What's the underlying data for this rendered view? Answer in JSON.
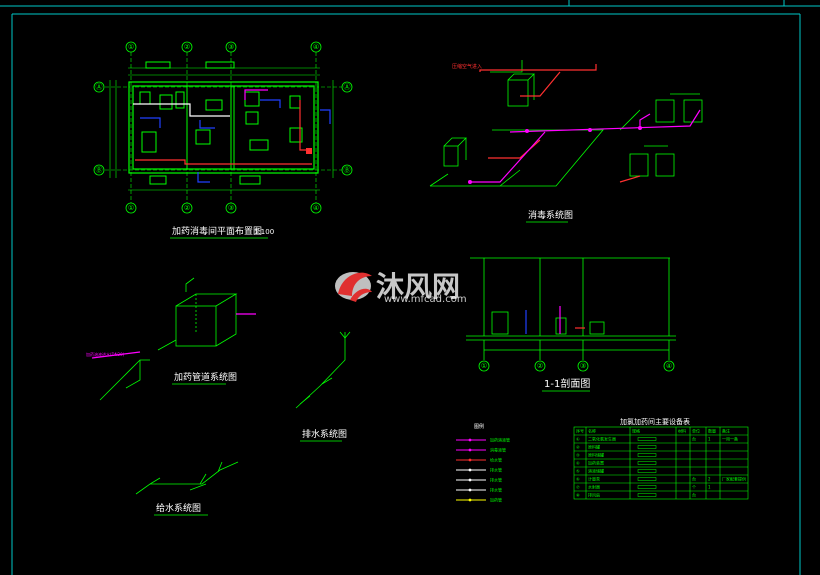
{
  "drawing": {
    "background": "#000000",
    "frame_color": "#00c8c8",
    "line_color": "#00ff00",
    "pipe_magenta": "#ff00ff",
    "pipe_red": "#ff3030",
    "pipe_white": "#ffffff",
    "pipe_blue": "#2040ff"
  },
  "titles": {
    "plan": "加药消毒间平面布置图",
    "plan_scale": "1:100",
    "disinfection": "消毒系统图",
    "dosing": "加药管道系统图",
    "drainage": "排水系统图",
    "water_supply": "给水系统图",
    "section": "1-1剖面图",
    "equipment_table": "加氯加药间主要设备表",
    "legend": "图例",
    "dosing_inlet": "加药溶液进水(DN20)",
    "disinfection_inlet": "压缩空气进入"
  },
  "plan_axes": {
    "top": [
      "①",
      "②",
      "③",
      "④"
    ],
    "bottom": [
      "①",
      "②",
      "③",
      "④"
    ],
    "left": [
      "Ⓐ",
      "Ⓑ"
    ],
    "right": [
      "Ⓐ",
      "Ⓑ"
    ]
  },
  "section_axes": [
    "①",
    "②",
    "③",
    "④"
  ],
  "equipment_table": {
    "headers": [
      "序号",
      "名称",
      "规格",
      "材料",
      "单位",
      "数量",
      "备注"
    ],
    "rows": [
      [
        "①",
        "二氧化氯发生器",
        "",
        "",
        "台",
        "1",
        "一用一备"
      ],
      [
        "②",
        "原料罐",
        "",
        "",
        "",
        "",
        ""
      ],
      [
        "③",
        "原料储罐",
        "",
        "",
        "",
        "",
        ""
      ],
      [
        "④",
        "加药装置",
        "",
        "",
        "",
        "",
        ""
      ],
      [
        "⑤",
        "溶液储罐",
        "",
        "",
        "",
        "",
        ""
      ],
      [
        "⑥",
        "计量泵",
        "",
        "",
        "台",
        "2",
        "厂家配套提供"
      ],
      [
        "⑦",
        "水射器",
        "",
        "",
        "个",
        "1",
        ""
      ],
      [
        "⑧",
        "排风扇",
        "",
        "",
        "台",
        "",
        ""
      ]
    ]
  },
  "legend_items": [
    {
      "label": "加药溶液管",
      "color": "#ff00ff"
    },
    {
      "label": "消毒液管",
      "color": "#ff00ff"
    },
    {
      "label": "给水管",
      "color": "#ff3030"
    },
    {
      "label": "排水管",
      "color": "#ffffff"
    },
    {
      "label": "排水管",
      "color": "#ffffff"
    },
    {
      "label": "排水管",
      "color": "#ffffff"
    },
    {
      "label": "加药管",
      "color": "#ffff00"
    }
  ],
  "watermark": {
    "brand": "沐风网",
    "url": "www.mfcad.com",
    "logo_color": "#e03030"
  }
}
